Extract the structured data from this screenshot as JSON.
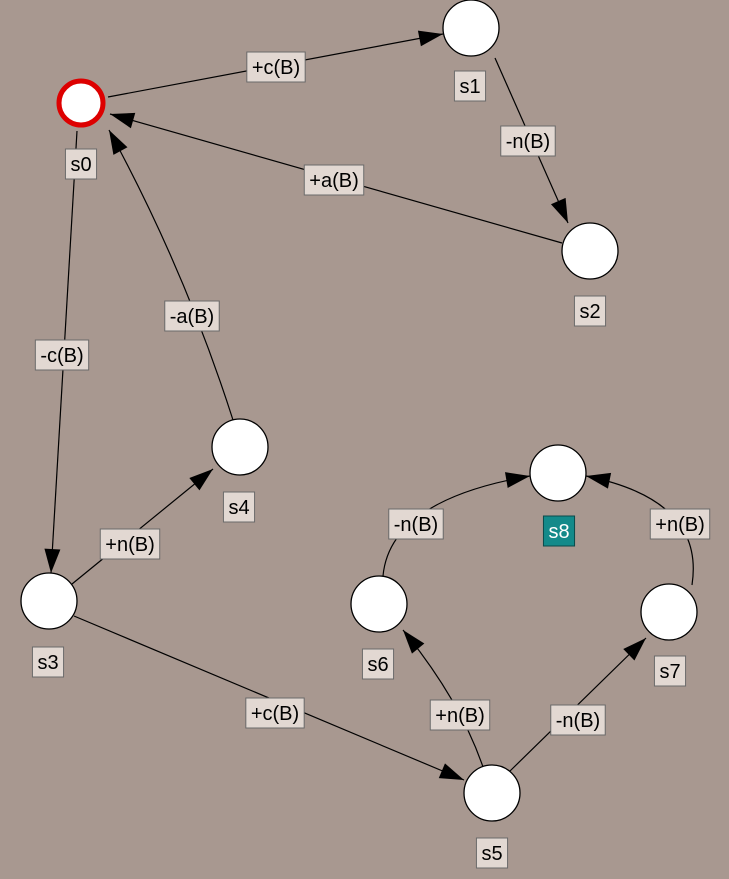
{
  "colors": {
    "background": "#a89890",
    "node_fill": "#ffffff",
    "initial_ring": "#dd0000",
    "label_fill": "#e2d8d2",
    "selected_label_fill": "#138a8a"
  },
  "states": [
    {
      "id": "s0",
      "label": "s0",
      "initial": true
    },
    {
      "id": "s1",
      "label": "s1"
    },
    {
      "id": "s2",
      "label": "s2"
    },
    {
      "id": "s3",
      "label": "s3"
    },
    {
      "id": "s4",
      "label": "s4"
    },
    {
      "id": "s5",
      "label": "s5"
    },
    {
      "id": "s6",
      "label": "s6"
    },
    {
      "id": "s7",
      "label": "s7"
    },
    {
      "id": "s8",
      "label": "s8",
      "selected": true
    }
  ],
  "transitions": [
    {
      "from": "s0",
      "to": "s1",
      "label": "+c(B)"
    },
    {
      "from": "s1",
      "to": "s2",
      "label": "-n(B)"
    },
    {
      "from": "s2",
      "to": "s0",
      "label": "+a(B)"
    },
    {
      "from": "s0",
      "to": "s3",
      "label": "-c(B)"
    },
    {
      "from": "s4",
      "to": "s0",
      "label": "-a(B)"
    },
    {
      "from": "s3",
      "to": "s4",
      "label": "+n(B)"
    },
    {
      "from": "s3",
      "to": "s5",
      "label": "+c(B)"
    },
    {
      "from": "s5",
      "to": "s6",
      "label": "+n(B)"
    },
    {
      "from": "s5",
      "to": "s7",
      "label": "-n(B)"
    },
    {
      "from": "s6",
      "to": "s8",
      "label": "-n(B)"
    },
    {
      "from": "s7",
      "to": "s8",
      "label": "+n(B)"
    }
  ]
}
